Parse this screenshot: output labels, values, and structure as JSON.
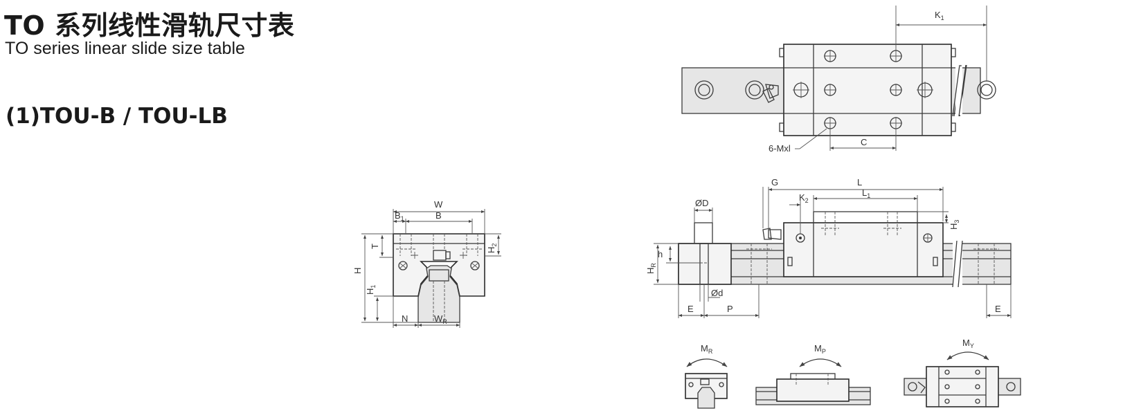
{
  "header": {
    "title_cn": "TO 系列线性滑轨尺寸表",
    "title_en": "TO series linear slide size table"
  },
  "section": {
    "model": "(1)TOU-B / TOU-LB"
  },
  "labels": {
    "K": "K",
    "K_sub1": "1",
    "mxl": "6-Mxl",
    "C": "C",
    "G": "G",
    "L": "L",
    "L1": "L",
    "L1_sub": "1",
    "K2": "K",
    "K2_sub": "2",
    "H3": "H",
    "H3_sub": "3",
    "D": "ØD",
    "h": "h",
    "HR": "H",
    "HR_sub": "R",
    "d": "Ød",
    "E": "E",
    "P": "P",
    "W": "W",
    "B1": "B",
    "B1_sub": "1",
    "B": "B",
    "T": "T",
    "H2": "H",
    "H2_sub": "2",
    "H": "H",
    "H1": "H",
    "H1_sub": "1",
    "N": "N",
    "WR": "W",
    "WR_sub": "R",
    "MR": "M",
    "MR_sub": "R",
    "MP": "M",
    "MP_sub": "P",
    "MY": "M",
    "MY_sub": "Y"
  }
}
